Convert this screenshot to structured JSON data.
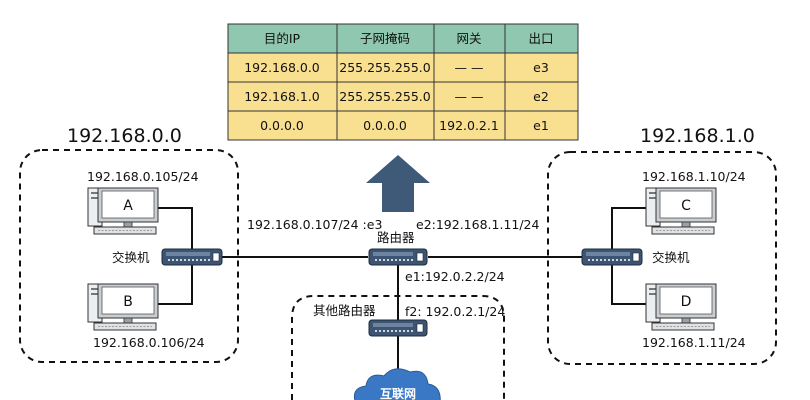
{
  "routing_table": {
    "headers": [
      "目的IP",
      "子网掩码",
      "网关",
      "出口"
    ],
    "rows": [
      [
        "192.168.0.0",
        "255.255.255.0",
        "— —",
        "e3"
      ],
      [
        "192.168.1.0",
        "255.255.255.0",
        "— —",
        "e2"
      ],
      [
        "0.0.0.0",
        "0.0.0.0",
        "192.0.2.1",
        "e1"
      ]
    ],
    "header_color": "#8fc7b1",
    "row_color": "#f9e090"
  },
  "colors": {
    "arrow": "#3e5a78",
    "device_blue": "#3d5573",
    "link": "#111111"
  },
  "subnet_left": {
    "title": "192.168.0.0",
    "pc_a": {
      "letter": "A",
      "ip": "192.168.0.105/24"
    },
    "pc_b": {
      "letter": "B",
      "ip": "192.168.0.106/24"
    },
    "switch_label": "交换机"
  },
  "subnet_right": {
    "title": "192.168.1.0",
    "pc_c": {
      "letter": "C",
      "ip": "192.168.1.10/24"
    },
    "pc_d": {
      "letter": "D",
      "ip": "192.168.1.11/24"
    },
    "switch_label": "交换机"
  },
  "router": {
    "label": "路由器",
    "e3": "192.168.0.107/24 :e3",
    "e2": "e2:192.168.1.11/24",
    "e1": "e1:192.0.2.2/24"
  },
  "other_router": {
    "label": "其他路由器",
    "f2": "f2: 192.0.2.1/24"
  },
  "internet": {
    "label": "互联网"
  }
}
